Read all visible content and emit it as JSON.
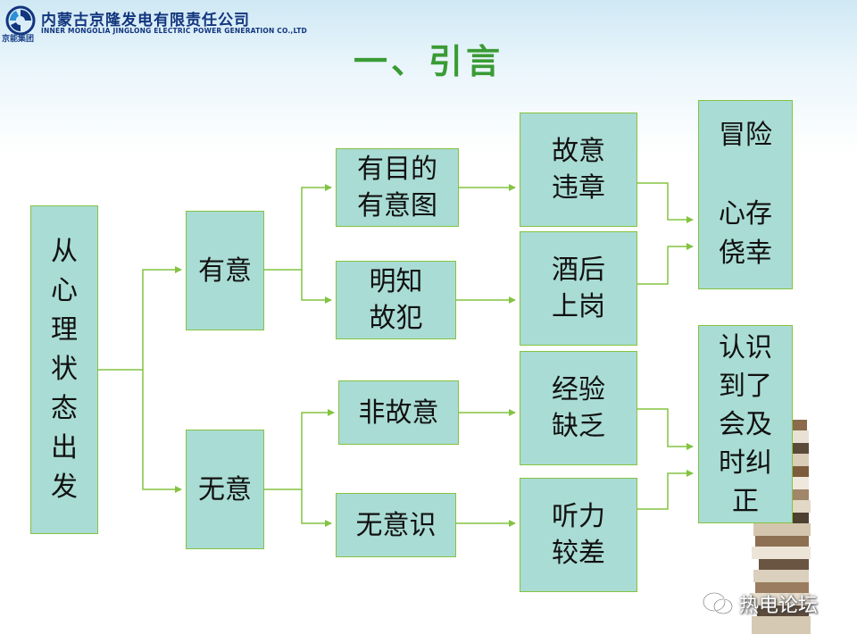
{
  "header": {
    "company_cn": "内蒙古京隆发电有限责任公司",
    "company_en": "INNER MONGOLIA JINGLONG ELECTRIC POWER GENERATION CO.,LTD",
    "logo_caption": "京能集团"
  },
  "title": "一、引言",
  "diagram": {
    "root": "从\n心\n理\n状\n态\n出\n发",
    "intent": "有意",
    "no_intent": "无意",
    "purposeful": "有目的\n有意图",
    "knowingly": "明知\n故犯",
    "non_deliberate": "非故意",
    "unconscious": "无意识",
    "violation": "故意\n违章",
    "drunk": "酒后\n上岗",
    "inexperience": "经验\n缺乏",
    "poor_hearing": "听力\n较差",
    "risk": "冒险\n\n心存\n侥幸",
    "awareness": "认识\n到了\n会及\n时纠\n正"
  },
  "watermark": "热电论坛",
  "colors": {
    "box_fill": "#a9dcd4",
    "box_border": "#84c341",
    "connector": "#84c341",
    "title": "#3a9b34"
  }
}
